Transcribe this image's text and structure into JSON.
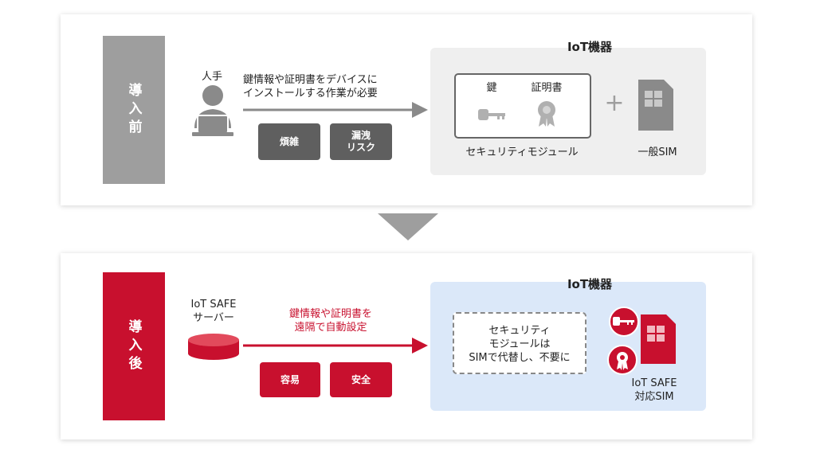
{
  "colors": {
    "before_accent": "#9e9e9e",
    "after_accent": "#c8102e",
    "tag_gray": "#5f5f5f",
    "device_before_bg": "#efefef",
    "device_after_bg": "#dbe8f9"
  },
  "before": {
    "side_label": "導入前",
    "person_label": "人手",
    "arrow_text": "鍵情報や証明書をデバイスに\nインストールする作業が必要",
    "tags": [
      "煩雑",
      "漏洩\nリスク"
    ],
    "device_title": "IoT機器",
    "module_key_label": "鍵",
    "module_cert_label": "証明書",
    "module_caption": "セキュリティモジュール",
    "plus": "+",
    "sim_caption": "一般SIM"
  },
  "after": {
    "side_label": "導入後",
    "server_label": "IoT SAFE\nサーバー",
    "arrow_text": "鍵情報や証明書を\n遠隔で自動設定",
    "tags": [
      "容易",
      "安全"
    ],
    "device_title": "IoT機器",
    "dashed_text": "セキュリティ\nモジュールは\nSIMで代替し、不要に",
    "sim_caption": "IoT SAFE\n対応SIM"
  },
  "icons": [
    "person-laptop-icon",
    "key-icon",
    "certificate-icon",
    "sim-card-icon",
    "server-disk-icon",
    "down-arrow-icon"
  ]
}
